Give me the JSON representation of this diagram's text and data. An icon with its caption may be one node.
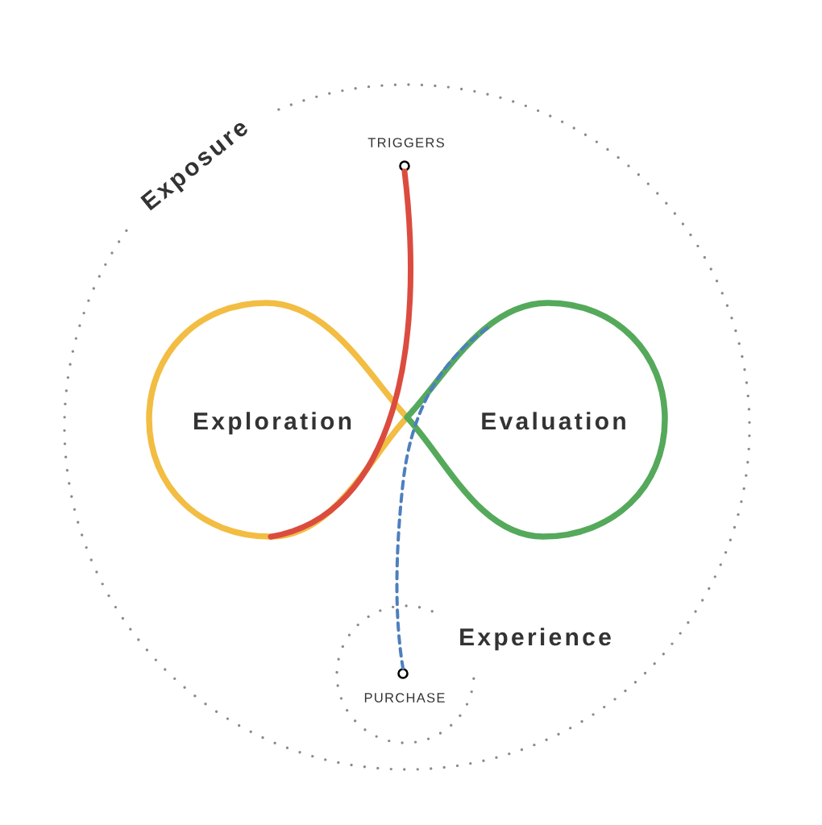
{
  "diagram": {
    "nodes": [
      {
        "text": [
          "Exposure"
        ]
      },
      {
        "text": [
          "TRIGGERS"
        ],
        "in": 0
      },
      {
        "text": [
          "Exploration"
        ],
        "in": 0
      },
      {
        "text": [
          "Evaluation"
        ],
        "in": 0
      },
      {
        "text": [
          "Experience"
        ],
        "in": 0
      },
      {
        "text": [
          "PURCHASE"
        ],
        "in": 4
      }
    ],
    "edges": [
      {
        "from": 1,
        "to": 2,
        "arrow": "none",
        "color": "#db4c3f"
      },
      {
        "from": 3,
        "to": 5,
        "arrow": "none",
        "style": "dashed",
        "color": "#4d7fbf"
      }
    ]
  }
}
